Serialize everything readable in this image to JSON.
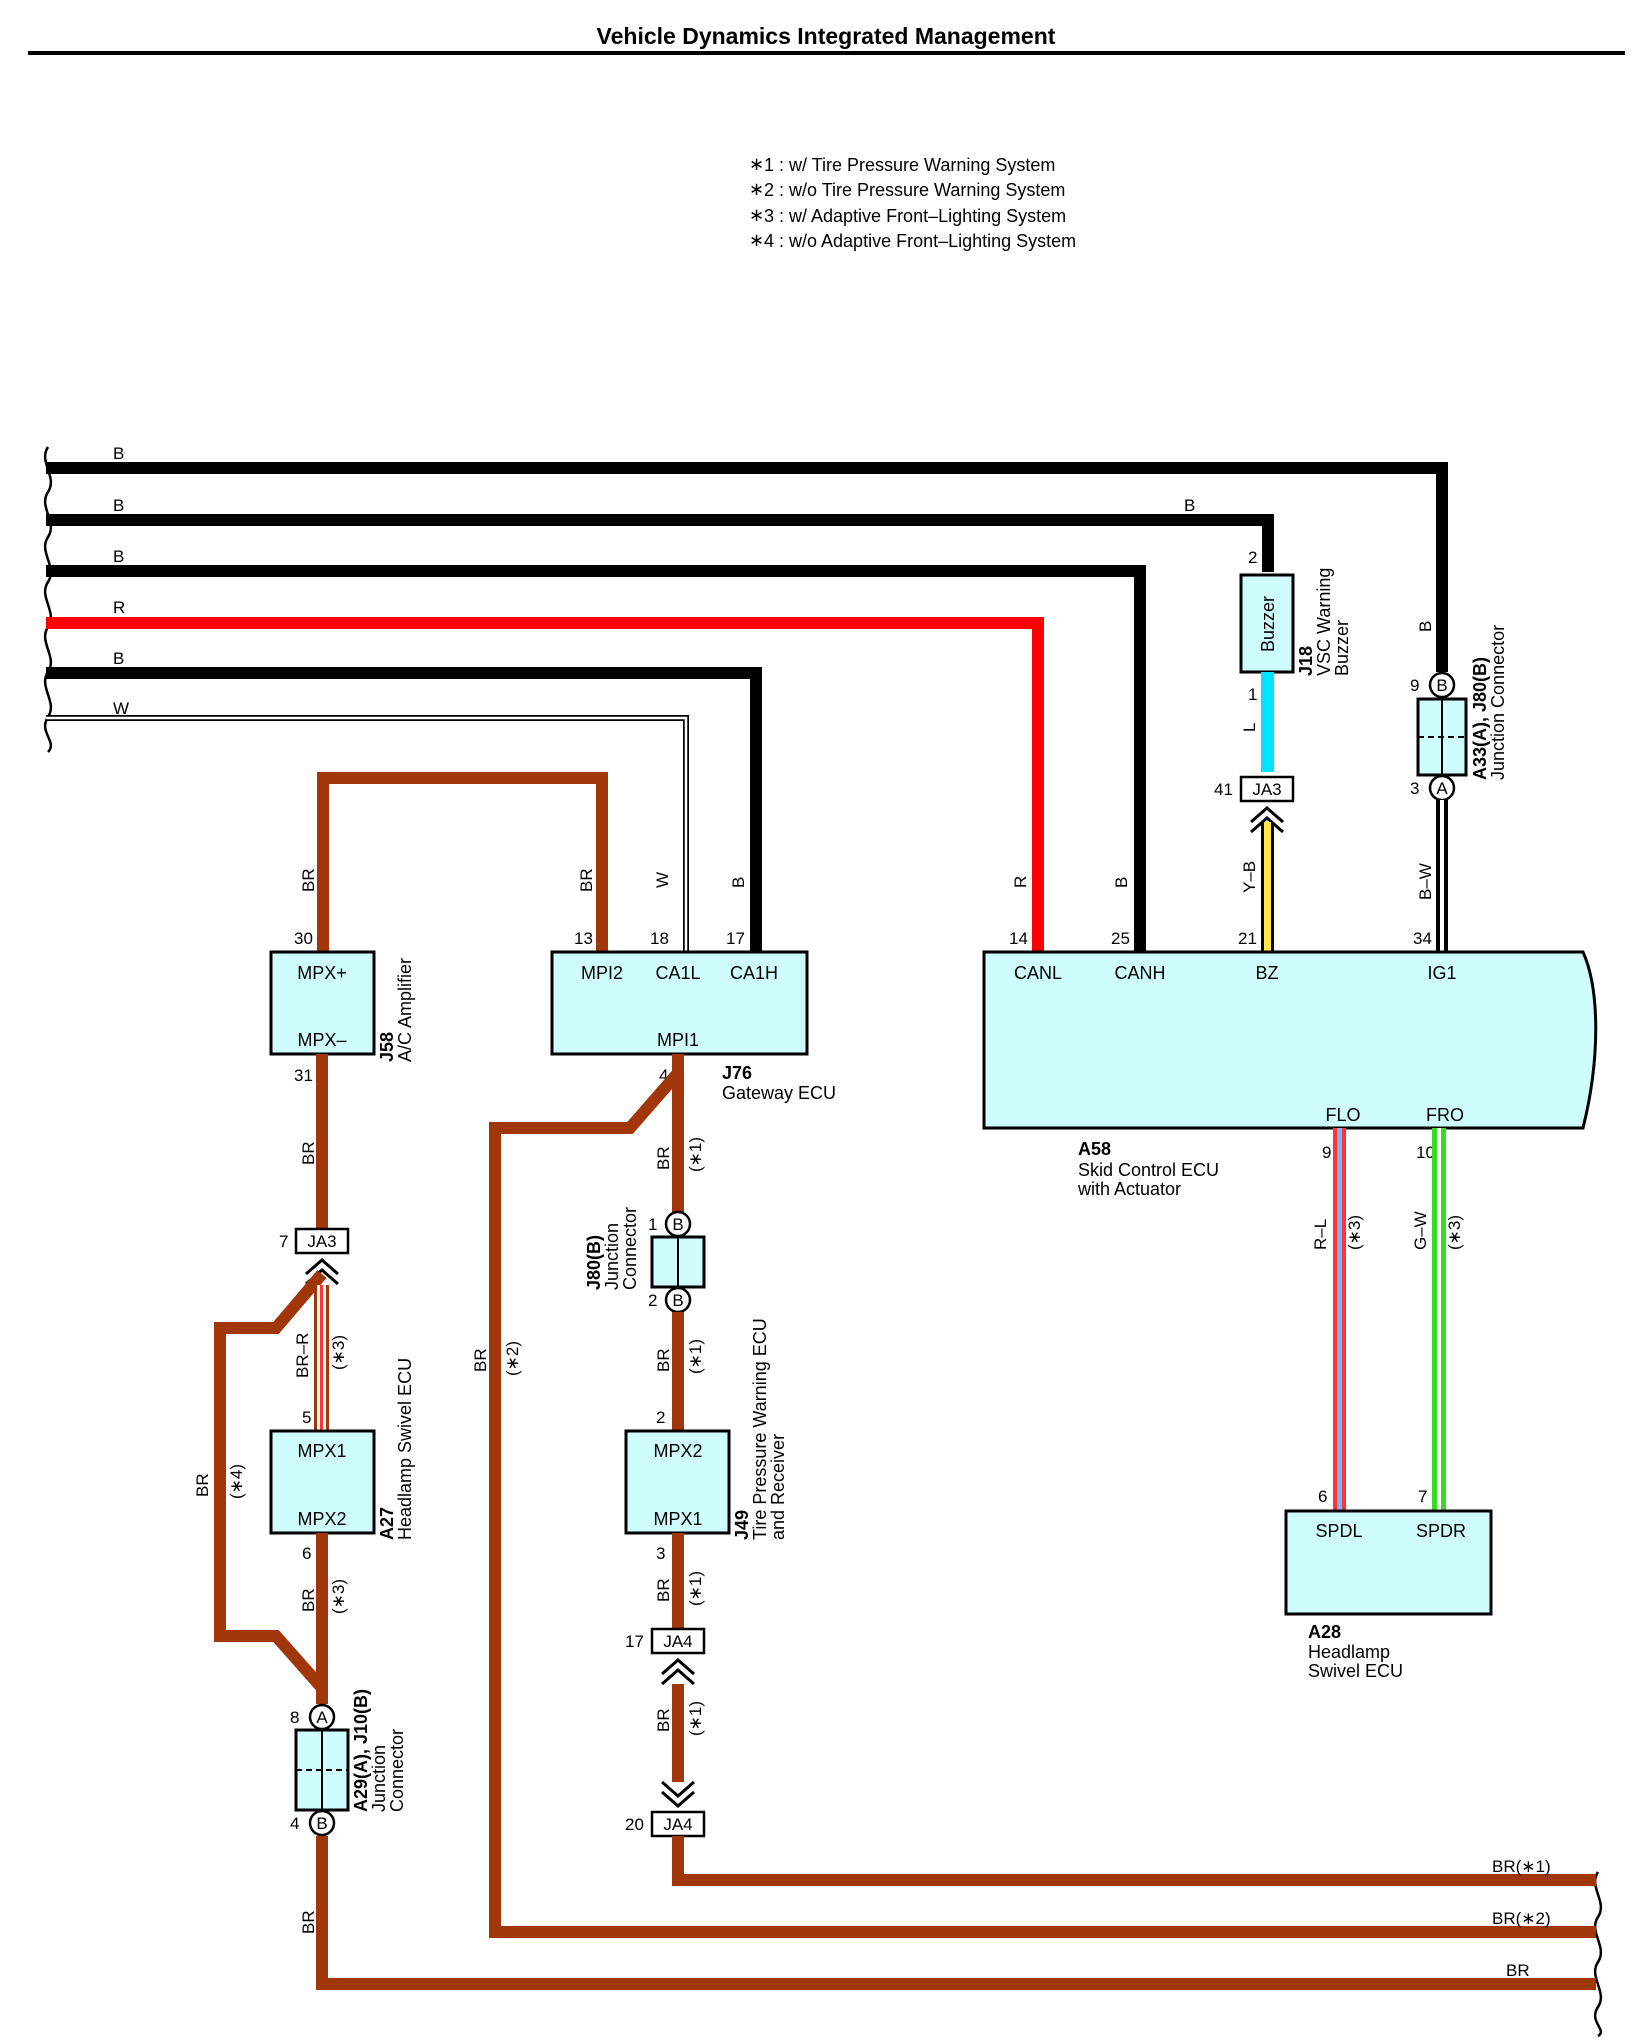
{
  "title": "Vehicle Dynamics Integrated Management",
  "notes": [
    "1 : w/ Tire Pressure Warning System",
    "2 : w/o Tire Pressure Warning System",
    "3 : w/ Adaptive Front–Lighting System",
    "4 : w/o Adaptive Front–Lighting System"
  ],
  "colors": {
    "black_wire": "#000000",
    "red_wire": "#ff0000",
    "brown_wire": "#a0360a",
    "light_blue_wire": "#00e5ff",
    "yellow_wire": "#ffe94a",
    "green_wire": "#33dd22",
    "ecu_fill": "#cffcfd"
  },
  "wire_labels": {
    "b1": "B",
    "b2": "B",
    "b3": "B",
    "r": "R",
    "b4": "B",
    "w": "W",
    "buzzer_b": "B",
    "buzzer_l": "L",
    "buzzer_yb": "Y–B",
    "ig_b": "B",
    "ig_bw": "B–W",
    "gw_br": "BR",
    "gw_w": "W",
    "gw_b": "B",
    "canl_r": "R",
    "canh_b": "B",
    "ac_br_top": "BR",
    "ac_br_mid": "BR",
    "j80_br": "BR",
    "j80_note": "(∗1)",
    "tp_br": "BR",
    "tp_note": "(∗1)",
    "tp_br2": "BR",
    "tp_note2": "(∗1)",
    "ja4_br": "BR",
    "ja4_note": "(∗1)",
    "long_br": "BR",
    "long_note": "(∗2)",
    "hs_brr": "BR–R",
    "hs_note": "(∗3)",
    "hs_br": "BR",
    "hs_note2": "(∗3)",
    "loop_br": "BR",
    "loop_note": "(∗4)",
    "a29_br": "BR",
    "rl": "R–L",
    "rl_note": "(∗3)",
    "gw2": "G–W",
    "gw2_note": "(∗3)",
    "out1": "BR(∗1)",
    "out2": "BR(∗2)",
    "out3": "BR"
  },
  "components": {
    "a58": {
      "code": "A58",
      "name1": "Skid Control ECU",
      "name2": "with Actuator",
      "t_canl": "CANL",
      "t_canh": "CANH",
      "t_bz": "BZ",
      "t_ig1": "IG1",
      "t_flo": "FLO",
      "t_fro": "FRO",
      "p_canl": "14",
      "p_canh": "25",
      "p_bz": "21",
      "p_ig1": "34",
      "p_flo": "9",
      "p_fro": "10"
    },
    "j76": {
      "code": "J76",
      "name": "Gateway ECU",
      "t_mpi2": "MPI2",
      "t_ca1l": "CA1L",
      "t_ca1h": "CA1H",
      "t_mpi1": "MPI1",
      "p_mpi2": "13",
      "p_ca1l": "18",
      "p_ca1h": "17",
      "p_mpi1": "4"
    },
    "j58": {
      "code": "J58",
      "name": "A/C Amplifier",
      "t_mpxp": "MPX+",
      "t_mpxm": "MPX–",
      "p_mpxp": "30",
      "p_mpxm": "31"
    },
    "a27": {
      "code": "A27",
      "name": "Headlamp Swivel ECU",
      "t_mpx1": "MPX1",
      "t_mpx2": "MPX2",
      "p_mpx1": "5",
      "p_mpx2": "6"
    },
    "j49": {
      "code": "J49",
      "name1": "Tire Pressure Warning ECU",
      "name2": "and Receiver",
      "t_mpx2": "MPX2",
      "t_mpx1": "MPX1",
      "p_mpx2": "2",
      "p_mpx1": "3"
    },
    "a28": {
      "code": "A28",
      "name1": "Headlamp",
      "name2": "Swivel ECU",
      "t_spdl": "SPDL",
      "t_spdr": "SPDR",
      "p_spdl": "6",
      "p_spdr": "7"
    },
    "j18": {
      "code": "J18",
      "name1": "VSC Warning",
      "name2": "Buzzer",
      "box": "Buzzer",
      "p_top": "2",
      "p_bot": "1"
    },
    "a33": {
      "code": "A33(A), J80(B)",
      "name": "Junction Connector",
      "pin_b": "B",
      "pin_a": "A",
      "p_b": "9",
      "p_a": "3"
    },
    "j80b": {
      "code": "J80(B)",
      "name1": "Junction",
      "name2": "Connector",
      "pin": "B",
      "p_1": "1",
      "p_2": "2"
    },
    "a29": {
      "code": "A29(A), J10(B)",
      "name1": "Junction",
      "name2": "Connector",
      "pin_a": "A",
      "pin_b": "B",
      "p_a": "8",
      "p_b": "4"
    }
  },
  "junctions": {
    "ja3_buzzer": {
      "label": "JA3",
      "pin": "41"
    },
    "ja3_left": {
      "label": "JA3",
      "pin": "7"
    },
    "ja4_top": {
      "label": "JA4",
      "pin": "17"
    },
    "ja4_bot": {
      "label": "JA4",
      "pin": "20"
    }
  }
}
